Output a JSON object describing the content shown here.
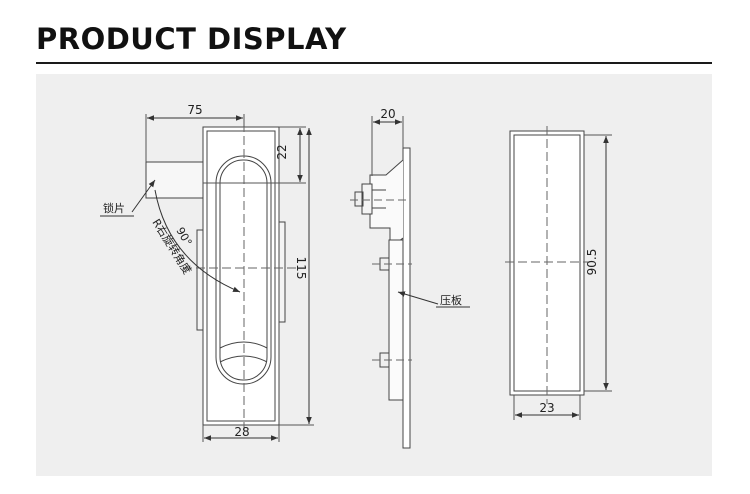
{
  "page_title": "PRODUCT DISPLAY",
  "front_view": {
    "dim_width_top": "75",
    "dim_offset": "22",
    "dim_height": "115",
    "dim_width_bottom": "28",
    "angle": "90°",
    "rotation_label": "R右旋转角度",
    "latch_label": "锁片"
  },
  "side_view": {
    "dim_depth": "20",
    "plate_label": "压板"
  },
  "back_view": {
    "dim_height": "90.5",
    "dim_width": "23"
  }
}
